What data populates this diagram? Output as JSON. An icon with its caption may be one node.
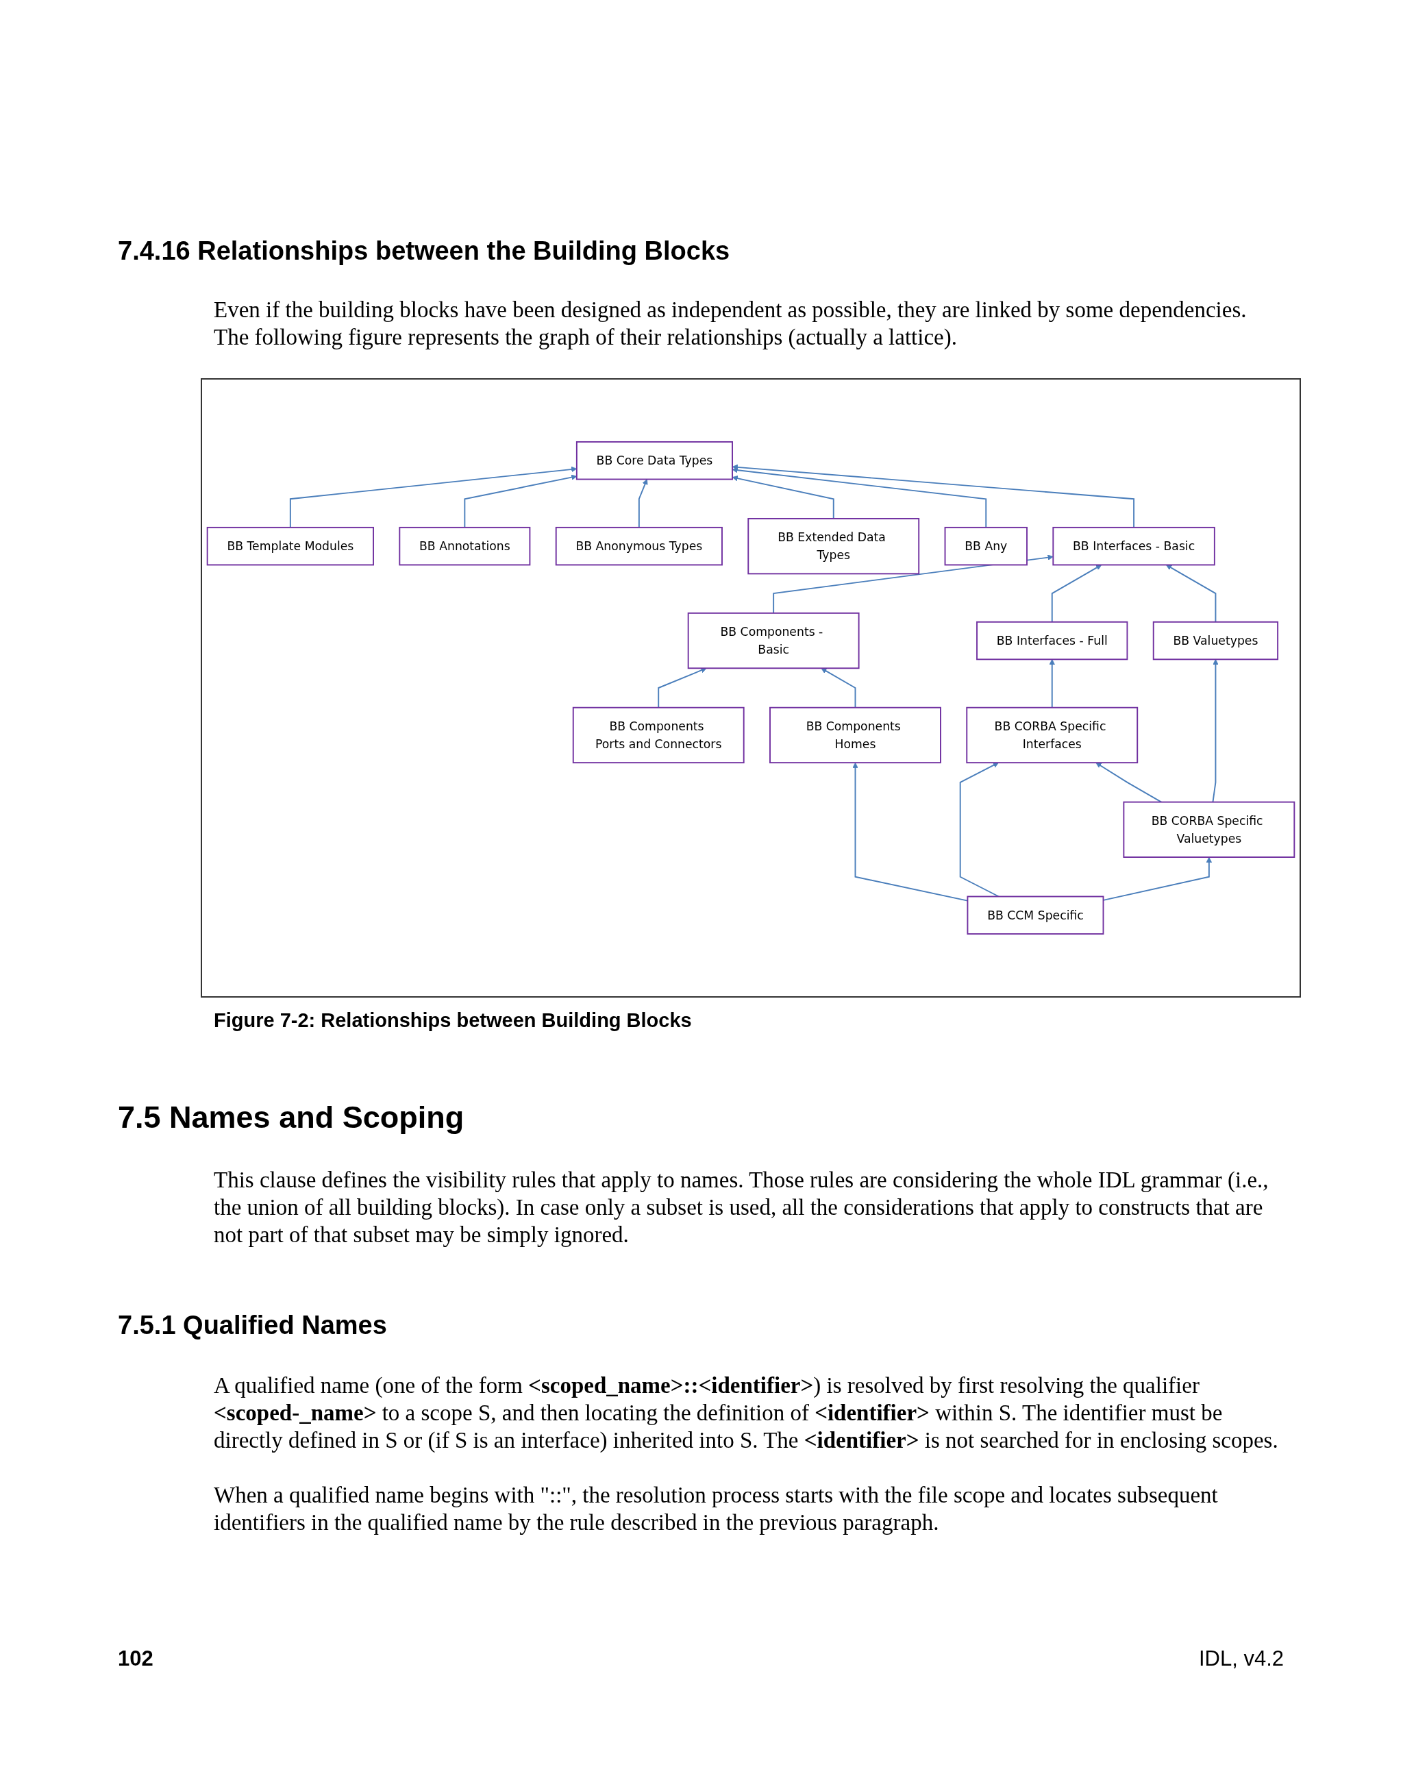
{
  "diagram": {
    "title": "7.4.16 Relationships between the Building Blocks",
    "caption": "Figure 7-2: Relationships between Building Blocks",
    "nodes": [
      {
        "text": [
          "BB Template Modules"
        ]
      },
      {
        "text": [
          "BB Core Data Types"
        ]
      },
      {
        "text": [
          "BB Annotations"
        ]
      },
      {
        "text": [
          "BB Anonymous Types"
        ]
      },
      {
        "text": [
          "BB Extended Data Types"
        ]
      },
      {
        "text": [
          "BB Any"
        ]
      },
      {
        "text": [
          "BB Interfaces - Basic"
        ]
      },
      {
        "text": [
          "BB Components - Basic"
        ]
      },
      {
        "text": [
          "BB Interfaces - Full"
        ]
      },
      {
        "text": [
          "BB Valuetypes"
        ]
      },
      {
        "text": [
          "BB Components Ports and Connectors"
        ]
      },
      {
        "text": [
          "BB Components Homes"
        ]
      },
      {
        "text": [
          "BB CORBA Specific Interfaces"
        ]
      },
      {
        "text": [
          "BB CORBA Specific Valuetypes"
        ]
      },
      {
        "text": [
          "BB CCM Specific"
        ]
      }
    ],
    "edges": [
      {
        "from": 0,
        "to": 1,
        "arrow": "to"
      },
      {
        "from": 2,
        "to": 1,
        "arrow": "to"
      },
      {
        "from": 3,
        "to": 1,
        "arrow": "to"
      },
      {
        "from": 4,
        "to": 1,
        "arrow": "to"
      },
      {
        "from": 5,
        "to": 1,
        "arrow": "to"
      },
      {
        "from": 6,
        "to": 1,
        "arrow": "to"
      },
      {
        "from": 7,
        "to": 6,
        "arrow": "to"
      },
      {
        "from": 8,
        "to": 6,
        "arrow": "to"
      },
      {
        "from": 9,
        "to": 6,
        "arrow": "to"
      },
      {
        "from": 10,
        "to": 7,
        "arrow": "to"
      },
      {
        "from": 11,
        "to": 7,
        "arrow": "to"
      },
      {
        "from": 12,
        "to": 8,
        "arrow": "to"
      },
      {
        "from": 13,
        "to": 12,
        "arrow": "to"
      },
      {
        "from": 13,
        "to": 9,
        "arrow": "to"
      },
      {
        "from": 14,
        "to": 11,
        "arrow": "to"
      },
      {
        "from": 14,
        "to": 12,
        "arrow": "to"
      },
      {
        "from": 14,
        "to": 13,
        "arrow": "to"
      }
    ],
    "labels": [
      "Even if the building blocks have been designed as independent as possible, they are linked by some dependencies. The following figure represents the graph of their relationships (actually a lattice).",
      "7.5 Names and Scoping",
      "This clause defines the visibility rules that apply to names. Those rules are considering the whole IDL grammar (i.e., the union of all building blocks). In case only a subset is used, all the considerations that apply to constructs that are not part of that subset may be simply ignored.",
      "7.5.1 Qualified Names",
      "A qualified name (one of the form **<scoped_name>::<identifier>**) is resolved by first resolving the qualifier **<scoped-_name>** to a scope S, and then locating the definition of **<identifier>** within S. The identifier must be directly defined in S or (if S is an interface) inherited into S. The **<identifier>** is not searched for in enclosing scopes.",
      "When a qualified name begins with \"::\", the resolution process starts with the file scope and locates subsequent identifiers in the qualified name by the rule described in the previous paragraph.",
      "102",
      "IDL, v4.2"
    ]
  }
}
